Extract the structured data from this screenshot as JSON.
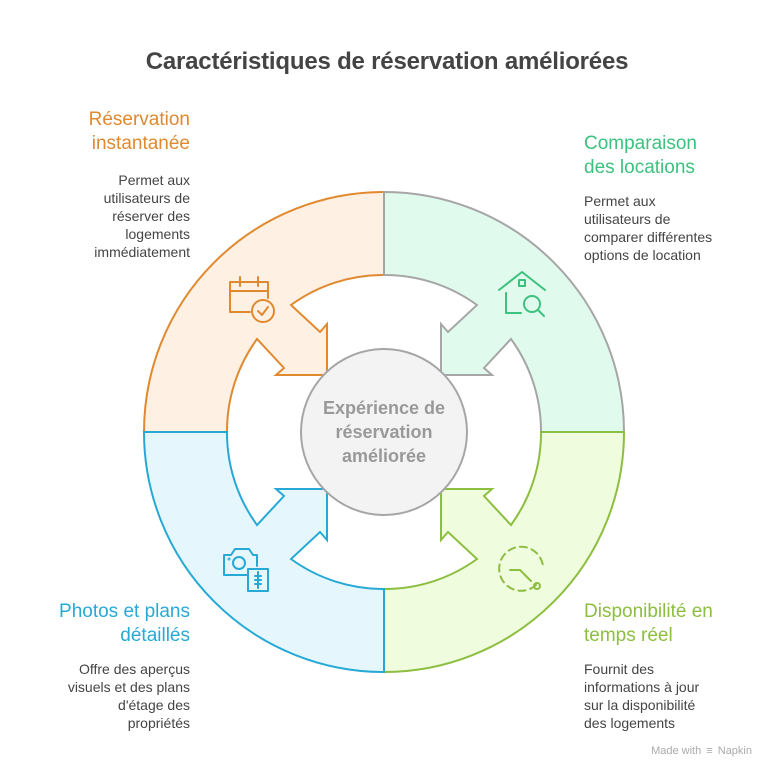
{
  "title": "Caractéristiques de réservation améliorées",
  "center": {
    "text_lines": [
      "Expérience de",
      "réservation",
      "améliorée"
    ]
  },
  "sections": [
    {
      "id": "instant",
      "title_lines": [
        "Réservation",
        "instantanée"
      ],
      "desc_lines": [
        "Permet aux",
        "utilisateurs de",
        "réserver des",
        "logements",
        "immédiatement"
      ],
      "icon": "calendar-check-icon",
      "color": "#E0892E",
      "fill": "#FEF0E3"
    },
    {
      "id": "compare",
      "title_lines": [
        "Comparaison",
        "des locations"
      ],
      "desc_lines": [
        "Permet aux",
        "utilisateurs de",
        "comparer différentes",
        "options de location"
      ],
      "icon": "house-search-icon",
      "color": "#3CC27E",
      "fill": "#E0FBEE"
    },
    {
      "id": "availability",
      "title_lines": [
        "Disponibilité en",
        "temps réel"
      ],
      "desc_lines": [
        "Fournit des",
        "informations à jour",
        "sur la disponibilité",
        "des logements"
      ],
      "icon": "clock-dashed-icon",
      "color": "#8CBE3F",
      "fill": "#F0FCDE"
    },
    {
      "id": "photos",
      "title_lines": [
        "Photos et plans",
        "détaillés"
      ],
      "desc_lines": [
        "Offre des aperçus",
        "visuels et des plans",
        "d'étage des",
        "propriétés"
      ],
      "icon": "camera-plan-icon",
      "color": "#27A9D6",
      "fill": "#E5F7FD"
    }
  ],
  "colors": {
    "green_stroke": "#A6A6A6",
    "center_fill": "#F3F3F3",
    "center_stroke": "#A6A6A6"
  },
  "footer": {
    "made_with": "Made with",
    "brand": "Napkin"
  }
}
